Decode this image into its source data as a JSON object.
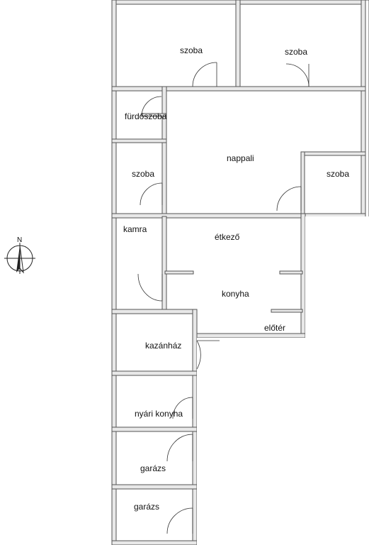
{
  "rooms": {
    "szoba_1": "szoba",
    "szoba_2": "szoba",
    "furdoszoba": "fürdőszoba",
    "szoba_3": "szoba",
    "nappali": "nappali",
    "szoba_4": "szoba",
    "kamra": "kamra",
    "etkezo": "étkező",
    "konyha": "konyha",
    "eloter": "előtér",
    "kazanhaz": "kazánház",
    "nyari_konyha": "nyári konyha",
    "garazs_1": "garázs",
    "garazs_2": "garázs"
  },
  "compass": {
    "north_label": "N"
  }
}
